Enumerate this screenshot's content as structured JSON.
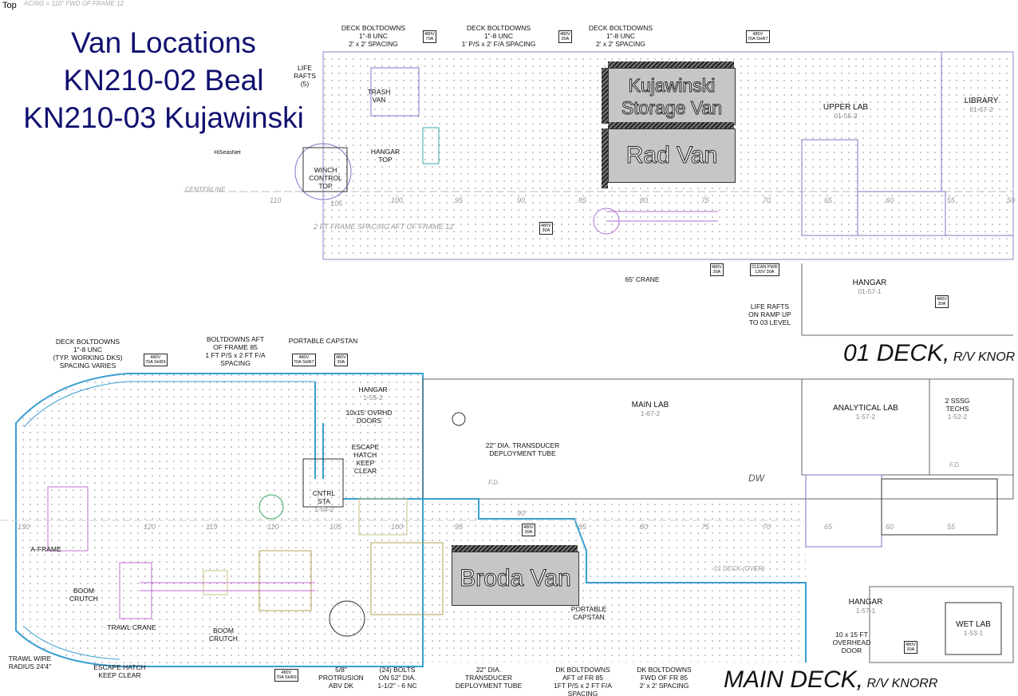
{
  "corner_label": "Top",
  "header_fragment": "ACING = 110\" FWD OF FRAME 12",
  "title": {
    "line1": "Van Locations",
    "line2": "KN210-02 Beal",
    "line3": "KN210-03 Kujawinski"
  },
  "vans": {
    "storage": "Kujawinski Storage Van",
    "storage_line1": "Kujawinski",
    "storage_line2": "Storage Van",
    "rad": "Rad Van",
    "broda": "Broda Van"
  },
  "decks": {
    "upper": {
      "name": "01 DECK,",
      "ship": "R/V KNOR"
    },
    "main": {
      "name": "MAIN DECK,",
      "ship": "R/V KNORR"
    }
  },
  "upper_labels": {
    "boltdowns1": [
      "DECK BOLTDOWNS",
      "1\"-8 UNC",
      "2' x 2' SPACING"
    ],
    "boltdowns2": [
      "DECK BOLTDOWNS",
      "1\"-8 UNC",
      "1' P/S x 2' F/A SPACING"
    ],
    "boltdowns3": [
      "DECK BOLTDOWNS",
      "1\"-8 UNC",
      "2' x 2' SPACING"
    ],
    "liferafts": [
      "LIFE",
      "RAFTS",
      "(5)"
    ],
    "trash_van": [
      "TRASH",
      "VAN"
    ],
    "hangar_top": [
      "HANGAR",
      "TOP"
    ],
    "hiseasnet": "HiSeasNet",
    "winch": [
      "WINCH",
      "CONTROL",
      "TOP"
    ],
    "centerline": "CENTERLINE",
    "frame_spacing": "2 FT FRAME SPACING AFT OF FRAME 12",
    "upper_lab": [
      "UPPER LAB",
      "01-55-2"
    ],
    "library": [
      "LIBRARY",
      "01-67-2"
    ],
    "crane": "65' CRANE",
    "clean_pwr": [
      "CLEAN PWR",
      "120V 30A"
    ],
    "hangar": [
      "HANGAR",
      "01-57-1"
    ],
    "liferafts_ramp": [
      "LIFE RAFTS",
      "ON RAMP UP",
      "TO 03 LEVEL"
    ],
    "elec_480_70": [
      "480V",
      "70A"
    ],
    "elec_480_30": [
      "480V",
      "30A"
    ],
    "elec_480_70_shr": [
      "480V",
      "70A SHR7"
    ]
  },
  "upper_frames": [
    "110",
    "105",
    "100",
    "95",
    "90",
    "85",
    "80",
    "75",
    "70",
    "65",
    "60",
    "55",
    "50"
  ],
  "main_labels": {
    "boltdowns_typ": [
      "DECK BOLTDOWNS",
      "1\"-8 UNC",
      "(TYP. WORKING DKS)",
      "SPACING VARIES"
    ],
    "boltdowns_aft": [
      "BOLTDOWNS AFT",
      "OF FRAME 85",
      "1 FT P/S x 2 FT F/A",
      "SPACING"
    ],
    "portable_capstan": "PORTABLE CAPSTAN",
    "hangar_top": [
      "HANGAR",
      "1-55-2"
    ],
    "ovrhd_doors": [
      "10x15' OVRHD",
      "DOORS"
    ],
    "escape_hatch": [
      "ESCAPE",
      "HATCH",
      "KEEP",
      "CLEAR"
    ],
    "cntrl_sta": [
      "CNTRL",
      "STA",
      "1-54-2"
    ],
    "main_lab": [
      "MAIN LAB",
      "1-67-2"
    ],
    "transducer_tube": [
      "22\" DIA. TRANSDUCER",
      "DEPLOYMENT TUBE"
    ],
    "analytical_lab": [
      "ANALYTICAL LAB",
      "1-57-2"
    ],
    "sssg": [
      "2 SSSG",
      "TECHS",
      "1-52-2"
    ],
    "a_frame": "A-FRAME",
    "boom_crutch1": [
      "BOOM",
      "CRUTCH"
    ],
    "trawl_crane": "TRAWL CRANE",
    "boom_crutch2": [
      "BOOM",
      "CRUTCH"
    ],
    "trawl_wire": [
      "TRAWL WIRE",
      "RADIUS 24'4\""
    ],
    "escape_hatch2": [
      "ESCAPE HATCH",
      "KEEP CLEAR"
    ],
    "protrusion": [
      "5/8\"",
      "PROTRUSION",
      "ABV DK"
    ],
    "bolts": [
      "(24) BOLTS",
      "ON 52\" DIA.",
      "1-1/2\" - 6 NC"
    ],
    "transducer2": [
      "22\" DIA.",
      "TRANSDUCER",
      "DEPLOYMENT TUBE"
    ],
    "dk_boltdowns_aft": [
      "DK BOLTDOWNS",
      "AFT of FR 85",
      "1FT P/S x 2 FT F/A",
      "SPACING"
    ],
    "dk_boltdowns_fwd": [
      "DK BOLTDOWNS",
      "FWD OF FR 85",
      "2' x 2' SPACING"
    ],
    "portable_capstan2": [
      "PORTABLE",
      "CAPSTAN"
    ],
    "deck_over": "01 DECK (OVER)",
    "hangar": [
      "HANGAR",
      "1-57-1"
    ],
    "overhead_door": [
      "10 x 15 FT",
      "OVERHEAD",
      "DOOR"
    ],
    "wet_lab": [
      "WET LAB",
      "1-53-1"
    ],
    "fd": "F.D.",
    "dw": "DW",
    "elec_480_70_shr9": [
      "480V",
      "70A SHR9"
    ],
    "elec_480_30": [
      "480V",
      "30A"
    ],
    "elec_480_70_shr7": [
      "480V",
      "70A SHR7"
    ]
  },
  "main_frames": [
    "130",
    "120",
    "115",
    "110",
    "105",
    "100",
    "95",
    "90",
    "85",
    "80",
    "75",
    "70",
    "65",
    "60",
    "55"
  ]
}
